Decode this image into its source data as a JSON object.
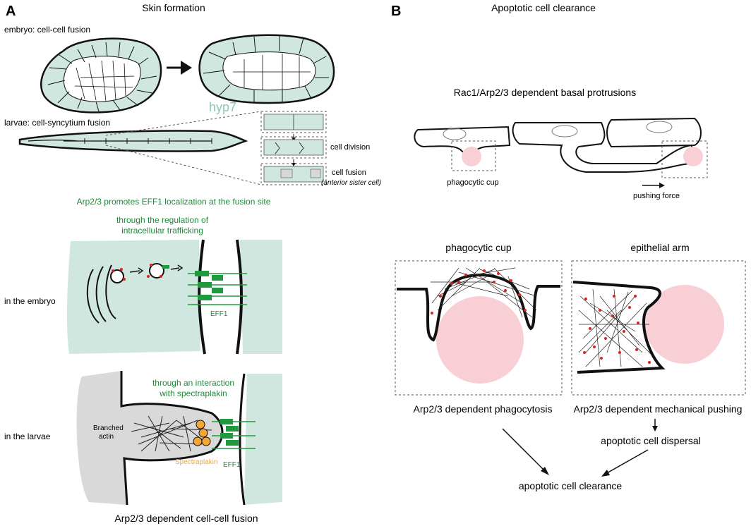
{
  "panel_a": {
    "letter": "A",
    "title": "Skin formation",
    "embryo_label": "embryo: cell-cell fusion",
    "hyp_label": "hyp7",
    "larvae_label": "larvae: cell-syncytium fusion",
    "cell_division": "cell division",
    "cell_fusion": "cell fusion",
    "anterior_sister": "(anterior sister cell)",
    "arp_heading": "Arp2/3 promotes EFF1 localization at the fusion site",
    "trafficking_line1": "through the regulation of",
    "trafficking_line2": "intracellular trafficking",
    "in_embryo": "in the embryo",
    "eff1_embryo": "EFF1",
    "interaction_line1": "through an interaction",
    "interaction_line2": "with spectraplakin",
    "in_larvae": "in the larvae",
    "branched_line1": "Branched",
    "branched_line2": "actin",
    "spectraplakin": "Spectraplakin",
    "eff1_larvae": "EFF1",
    "bottom_caption": "Arp2/3 dependent cell-cell fusion"
  },
  "panel_b": {
    "letter": "B",
    "title": "Apoptotic cell clearance",
    "rac_heading": "Rac1/Arp2/3 dependent basal protrusions",
    "phagocytic_cup_small": "phagocytic cup",
    "pushing_force": "pushing force",
    "phagocytic_cup_title": "phagocytic cup",
    "epithelial_arm_title": "epithelial arm",
    "phagocytosis_caption": "Arp2/3 dependent phagocytosis",
    "pushing_caption": "Arp2/3 dependent mechanical pushing",
    "dispersal": "apoptotic cell dispersal",
    "clearance": "apoptotic cell clearance"
  },
  "colors": {
    "hyp_fill": "#cfe7de",
    "hyp_text": "#8cc7b3",
    "accent_green": "#1e8a3a",
    "eff1_green": "#1f9a3f",
    "apoptotic_pink": "#f8cfd4",
    "spectraplakin_orange": "#f2a735",
    "actin_dot_red": "#e02020",
    "membrane_gray": "#cfcfcf"
  }
}
